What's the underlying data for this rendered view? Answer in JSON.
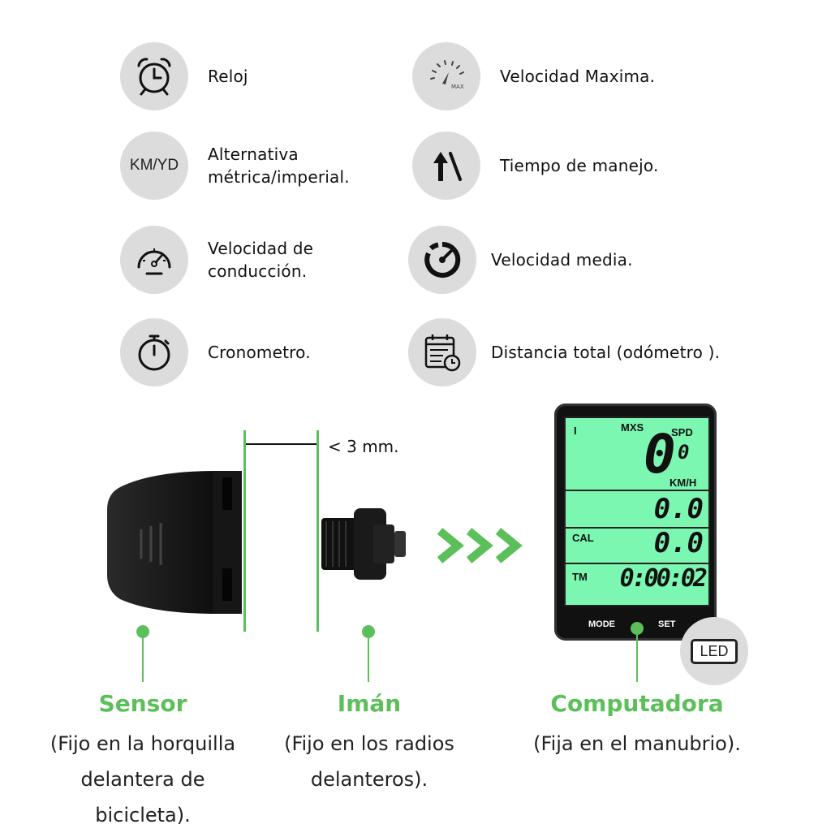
{
  "features": [
    {
      "icon": "alarm-clock-icon",
      "label": "Reloj"
    },
    {
      "icon": "max-speed-gauge-icon",
      "icon_text": "MAX",
      "label": "Velocidad Maxima."
    },
    {
      "icon": "km-yd-icon",
      "icon_text": "KM/YD",
      "label": "Alternativa\nmétrica/imperial."
    },
    {
      "icon": "riding-time-arrow-icon",
      "label": "Tiempo de manejo."
    },
    {
      "icon": "speedometer-icon",
      "label": "Velocidad de\nconducción."
    },
    {
      "icon": "average-speed-icon",
      "label": "Velocidad media."
    },
    {
      "icon": "stopwatch-icon",
      "label": "Cronometro."
    },
    {
      "icon": "calendar-clock-icon",
      "label": "Distancia total (odómetro )."
    }
  ],
  "diagram": {
    "gap_label": "< 3 mm.",
    "arrows": ">>>",
    "sensor": {
      "title": "Sensor",
      "desc": "(Fijo en la horquilla\ndelantera de bicicleta)."
    },
    "magnet": {
      "title": "Imán",
      "desc": "(Fijo en los radios\ndelanteros)."
    },
    "computer": {
      "title": "Computadora",
      "desc": "(Fija en el manubrio)."
    }
  },
  "display": {
    "indicator": "I",
    "mxs": "MXS",
    "spd": "SPD",
    "speed_big": "0",
    "speed_small": "0",
    "unit": "KM/H",
    "row2": "0.0",
    "cal_label": "CAL",
    "cal_value": "0.0",
    "tm_label": "TM",
    "tm_value": "0:00:02",
    "mode_button": "MODE",
    "set_button": "SET",
    "led_badge": "LED"
  },
  "colors": {
    "accent": "#5cc05a",
    "screen": "#7cf7b2",
    "icon_bg": "#dcdcdc"
  }
}
